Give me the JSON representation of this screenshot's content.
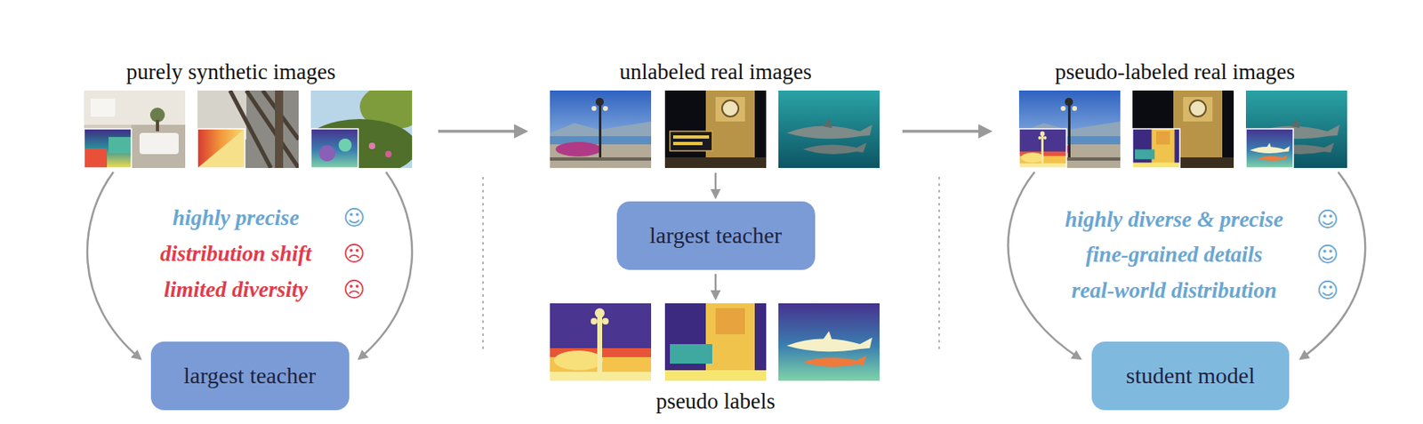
{
  "diagram": {
    "nodes": [
      {
        "text": [
          "largest teacher"
        ]
      },
      {
        "text": [
          "largest teacher"
        ]
      },
      {
        "text": [
          "student model"
        ]
      }
    ],
    "labels": [
      "purely synthetic images",
      "unlabeled real images",
      "pseudo-labeled real images",
      "highly precise",
      "☺",
      "distribution shift",
      "☹",
      "limited diversity",
      "☹",
      "pseudo labels",
      "highly diverse & precise",
      "☺",
      "fine-grained details",
      "☺",
      "real-world distribution",
      "☺"
    ]
  }
}
